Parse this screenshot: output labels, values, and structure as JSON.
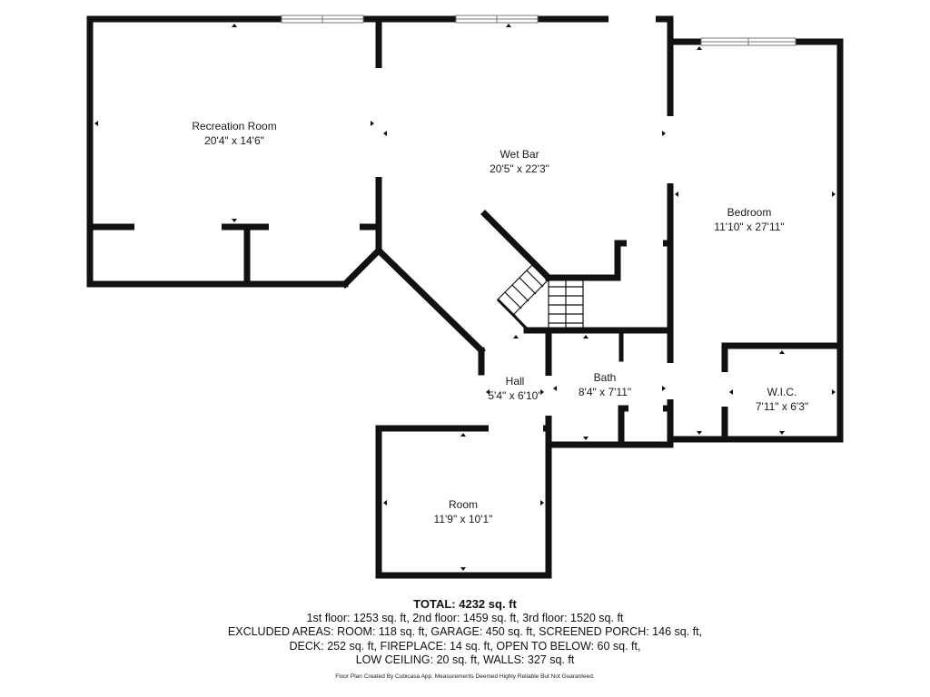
{
  "rooms": [
    {
      "name": "Recreation Room",
      "dims": "20'4\" x 14'6\""
    },
    {
      "name": "Wet Bar",
      "dims": "20'5\" x 22'3\""
    },
    {
      "name": "Bedroom",
      "dims": "11'10\" x 27'11\""
    },
    {
      "name": "Hall",
      "dims": "5'4\" x 6'10\""
    },
    {
      "name": "Bath",
      "dims": "8'4\" x 7'11\""
    },
    {
      "name": "W.I.C.",
      "dims": "7'11\" x 6'3\""
    },
    {
      "name": "Room",
      "dims": "11'9\" x 10'1\""
    }
  ],
  "totals": {
    "total": "TOTAL: 4232 sq. ft",
    "line1": "1st floor: 1253 sq. ft, 2nd floor: 1459 sq. ft, 3rd floor: 1520 sq. ft",
    "line2": "EXCLUDED AREAS: ROOM: 118 sq. ft, GARAGE: 450 sq. ft, SCREENED PORCH: 146 sq. ft,",
    "line3": "DECK: 252 sq. ft, FIREPLACE: 14 sq. ft, OPEN TO BELOW: 60 sq. ft,",
    "line4": "LOW CEILING: 20 sq. ft, WALLS: 327 sq. ft"
  },
  "credit": "Floor Plan Created By Cubicasa App. Measurements Deemed Highly Reliable But Not Guaranteed."
}
